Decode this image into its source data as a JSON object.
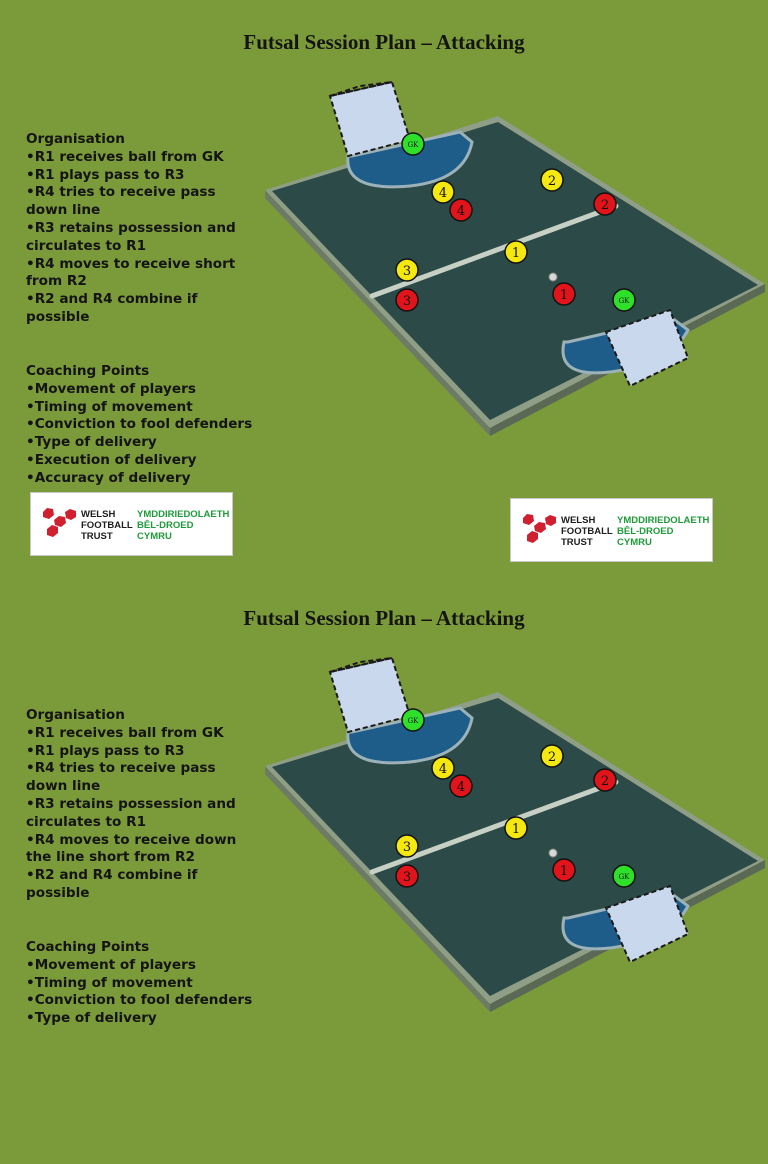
{
  "slides": [
    {
      "title": "Futsal Session Plan – Attacking",
      "organisation_heading": "Organisation",
      "organisation_items": [
        "•R1 receives ball from GK",
        "•R1 plays pass to R3",
        "•R4 tries to receive pass",
        "down line",
        "•R3 retains possession and",
        "circulates to R1",
        "•R4 moves to receive short",
        "from R2",
        "•R2 and R4 combine if",
        "possible"
      ],
      "coaching_heading": "Coaching Points",
      "coaching_items": [
        "•Movement  of players",
        "•Timing of movement",
        "•Conviction to fool defenders",
        "•Type of delivery",
        "•Execution of delivery",
        "•Accuracy of delivery"
      ]
    },
    {
      "title": "Futsal Session Plan – Attacking",
      "organisation_heading": "Organisation",
      "organisation_items": [
        "•R1 receives ball from GK",
        "•R1 plays pass to R3",
        "•R4 tries to receive pass",
        "down line",
        "•R3 retains possession and",
        "circulates to R1",
        "•R4 moves to receive down",
        "the line short from R2",
        "•R2 and R4 combine if",
        "possible"
      ],
      "coaching_heading": "Coaching Points",
      "coaching_items": [
        "•Movement  of players",
        "•Timing of movement",
        "•Conviction to fool defenders",
        "•Type of delivery"
      ]
    }
  ],
  "logo": {
    "en": [
      "WELSH",
      "FOOTBALL",
      "TRUST"
    ],
    "cy": [
      "YMDDIRIEDOLAETH",
      "BÊL-DROED",
      "CYMRU"
    ]
  },
  "players": {
    "yellow_labels": [
      "4",
      "2",
      "1",
      "3"
    ],
    "red_labels": [
      "4",
      "2",
      "3",
      "1"
    ],
    "gk_label": "GK"
  },
  "colors": {
    "background": "#7b9a39",
    "yellow": "#f5e80f",
    "red": "#e0141a",
    "green_gk": "#2ee02a",
    "pitch": "#2c4a47",
    "goal_area": "#1e5c8a",
    "logo_red": "#d01f2e",
    "logo_green": "#1f9a3a"
  }
}
